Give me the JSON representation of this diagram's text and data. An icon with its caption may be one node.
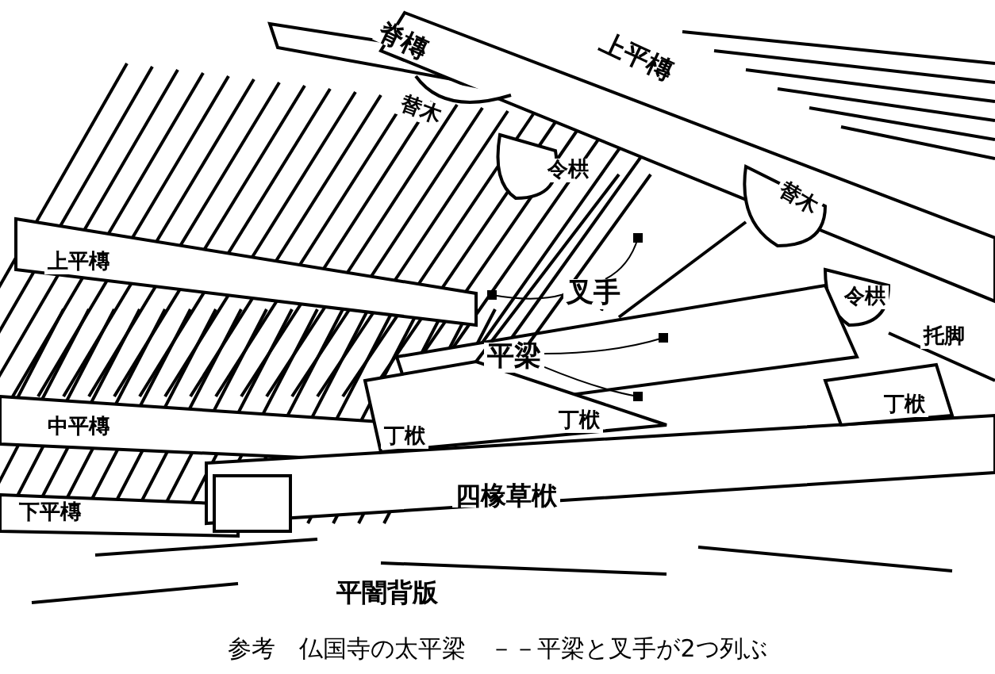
{
  "diagram": {
    "caption": "参考　仏国寺の太平梁　－－平梁と叉手が2つ列ぶ",
    "nodes": [
      {
        "text": [
          "叉手"
        ]
      },
      {
        "text": [
          "平梁"
        ]
      }
    ],
    "edges": [
      {
        "from": 0,
        "to": null,
        "arrow": "other"
      },
      {
        "from": 0,
        "to": null,
        "arrow": "other"
      },
      {
        "from": 0,
        "to": null,
        "arrow": "other"
      },
      {
        "from": 1,
        "to": null,
        "arrow": "other"
      },
      {
        "from": 1,
        "to": null,
        "arrow": "other"
      }
    ],
    "labels": [
      "脊槫",
      "上平槫",
      "替木",
      "令栱",
      "替木",
      "上平槫",
      "令栱",
      "托脚",
      "丁栿",
      "丁栿",
      "丁栿",
      "中平槫",
      "四椽草栿",
      "下平槫",
      "平闇背版"
    ]
  }
}
